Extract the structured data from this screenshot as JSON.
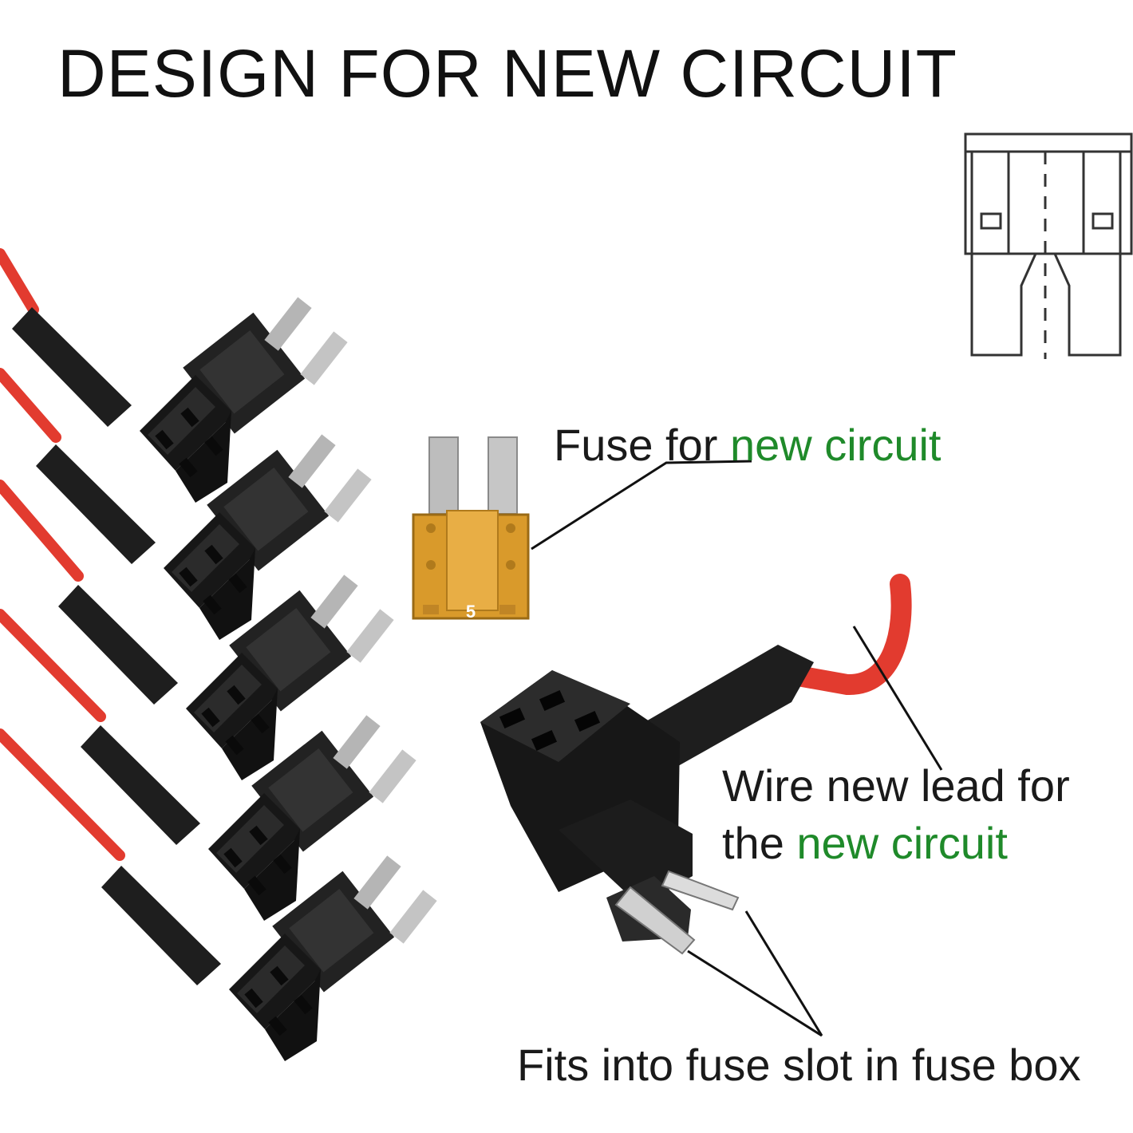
{
  "title": "DESIGN FOR NEW CIRCUIT",
  "labels": {
    "fuse_prefix": "Fuse for ",
    "fuse_highlight": "new circuit",
    "wire_line1": "Wire new lead for",
    "wire_line2_prefix": "the ",
    "wire_line2_highlight": "new circuit",
    "fits": "Fits into fuse slot in fuse box"
  },
  "fuse": {
    "rating": "5",
    "body_color": "#d99a2b"
  },
  "colors": {
    "wire": "#e23b2f",
    "plastic": "#1c1c1c",
    "highlight_text": "#1f8a2a",
    "blade": "#b8b8b8"
  },
  "adapter_count": 5
}
